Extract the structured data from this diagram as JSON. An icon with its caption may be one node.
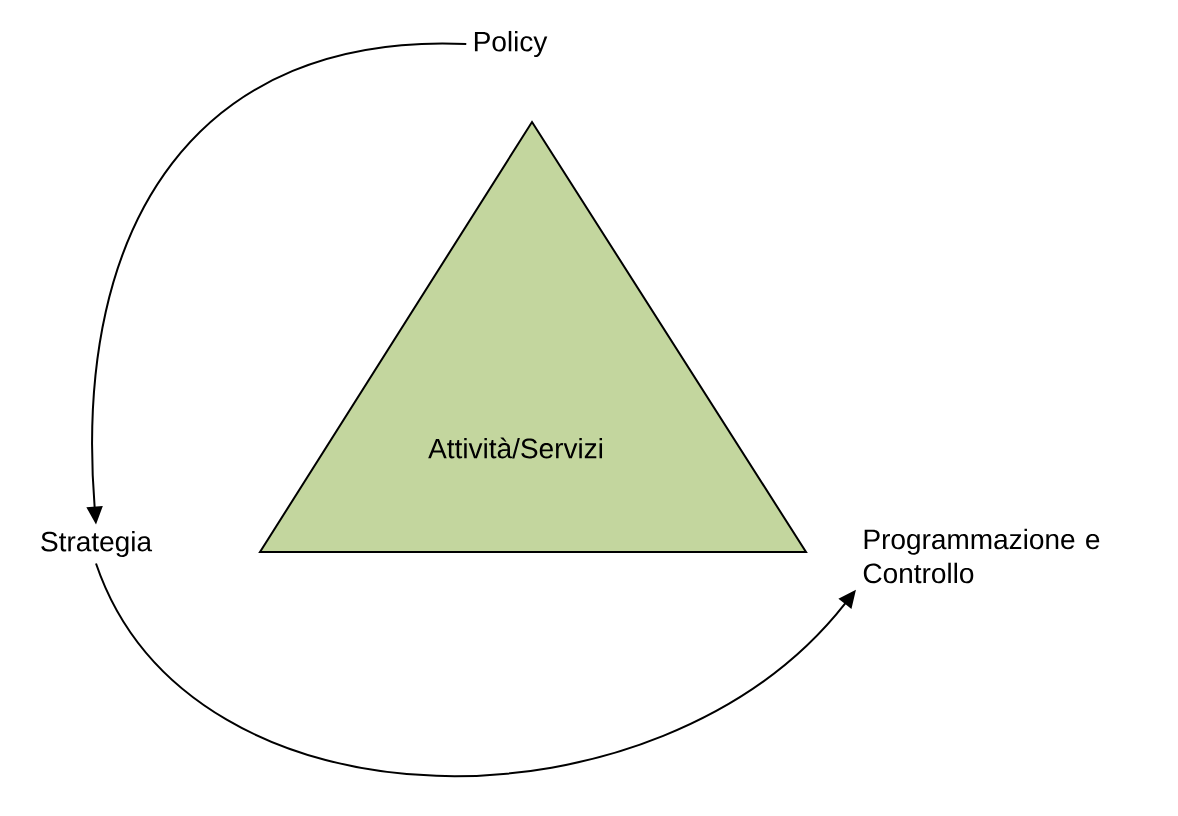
{
  "diagram": {
    "nodes": [
      {
        "text": [
          "Policy"
        ]
      },
      {
        "text": [
          "Attività/Servizi"
        ]
      },
      {
        "text": [
          "Strategia"
        ]
      },
      {
        "text": [
          "Programmazione e Controllo"
        ]
      }
    ],
    "edges": [
      {
        "from": 0,
        "to": 2,
        "arrow": "to"
      },
      {
        "from": 2,
        "to": 3,
        "arrow": "to"
      }
    ]
  }
}
